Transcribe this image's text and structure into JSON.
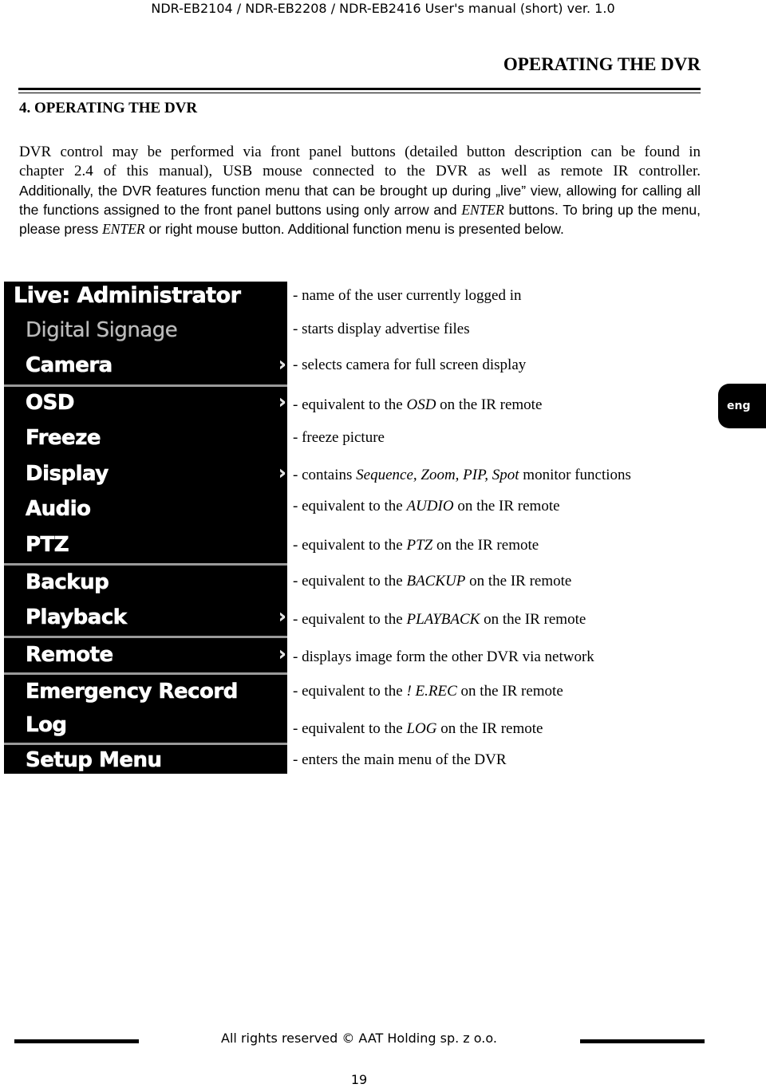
{
  "header": {
    "running_title": "NDR-EB2104 / NDR-EB2208 / NDR-EB2416 User's manual (short) ver. 1.0",
    "section_title": "OPERATING THE DVR"
  },
  "chapter_title": "4. OPERATING THE DVR",
  "intro": {
    "p1_line1": "DVR control may be performed via front panel buttons (detailed button description can be found in",
    "p1_line2": "chapter 2.4 of this manual), USB mouse connected to the DVR as well as remote IR controller.",
    "p2_a": "Additionally, the DVR features function menu that can be brought up during „live” view, allowing for calling all the functions assigned to the front panel buttons using only arrow and ",
    "p2_enter1": "ENTER",
    "p2_b": " buttons. To bring up the menu, please press ",
    "p2_enter2": "ENTER",
    "p2_c": " or right mouse button. Additional function menu is presented below."
  },
  "menu": {
    "items": [
      {
        "label": "Live: Administrator",
        "arrow": ""
      },
      {
        "label": "Digital Signage",
        "arrow": ""
      },
      {
        "label": "Camera",
        "arrow": "›"
      },
      {
        "label": "OSD",
        "arrow": "›"
      },
      {
        "label": "Freeze",
        "arrow": ""
      },
      {
        "label": "Display",
        "arrow": "›"
      },
      {
        "label": "Audio",
        "arrow": ""
      },
      {
        "label": "PTZ",
        "arrow": ""
      },
      {
        "label": "Backup",
        "arrow": ""
      },
      {
        "label": "Playback",
        "arrow": "›"
      },
      {
        "label": "Remote",
        "arrow": "›"
      },
      {
        "label": "Emergency Record",
        "arrow": ""
      },
      {
        "label": "Log",
        "arrow": ""
      },
      {
        "label": "Setup Menu",
        "arrow": ""
      }
    ]
  },
  "descriptions": [
    {
      "pre": "- name of the user currently logged in",
      "em": "",
      "post": ""
    },
    {
      "pre": "- starts display advertise files",
      "em": "",
      "post": ""
    },
    {
      "pre": "- selects camera for full screen display",
      "em": "",
      "post": ""
    },
    {
      "pre": "- equivalent to the ",
      "em": "OSD",
      "post": " on the IR remote"
    },
    {
      "pre": "- freeze picture",
      "em": "",
      "post": ""
    },
    {
      "pre": "- contains ",
      "em": "Sequence, Zoom, PIP, Spot",
      "post": " monitor functions"
    },
    {
      "pre": "- equivalent to the ",
      "em": "AUDIO",
      "post": " on the IR remote"
    },
    {
      "pre": "- equivalent to the ",
      "em": "PTZ",
      "post": " on the IR remote"
    },
    {
      "pre": "- equivalent to the ",
      "em": "BACKUP",
      "post": " on the IR remote"
    },
    {
      "pre": "- equivalent to the ",
      "em": "PLAYBACK",
      "post": " on the IR remote"
    },
    {
      "pre": "- displays image form the other DVR via network",
      "em": "",
      "post": ""
    },
    {
      "pre": "- equivalent to the ",
      "em": "! E.REC",
      "post": " on the IR remote"
    },
    {
      "pre": "- equivalent to the ",
      "em": "LOG",
      "post": " on the IR remote"
    },
    {
      "pre": "- enters the main menu of the DVR",
      "em": "",
      "post": ""
    }
  ],
  "lang_tab": "eng",
  "footer": {
    "copyright": "All rights reserved © AAT Holding sp. z o.o.",
    "page_number": "19"
  }
}
